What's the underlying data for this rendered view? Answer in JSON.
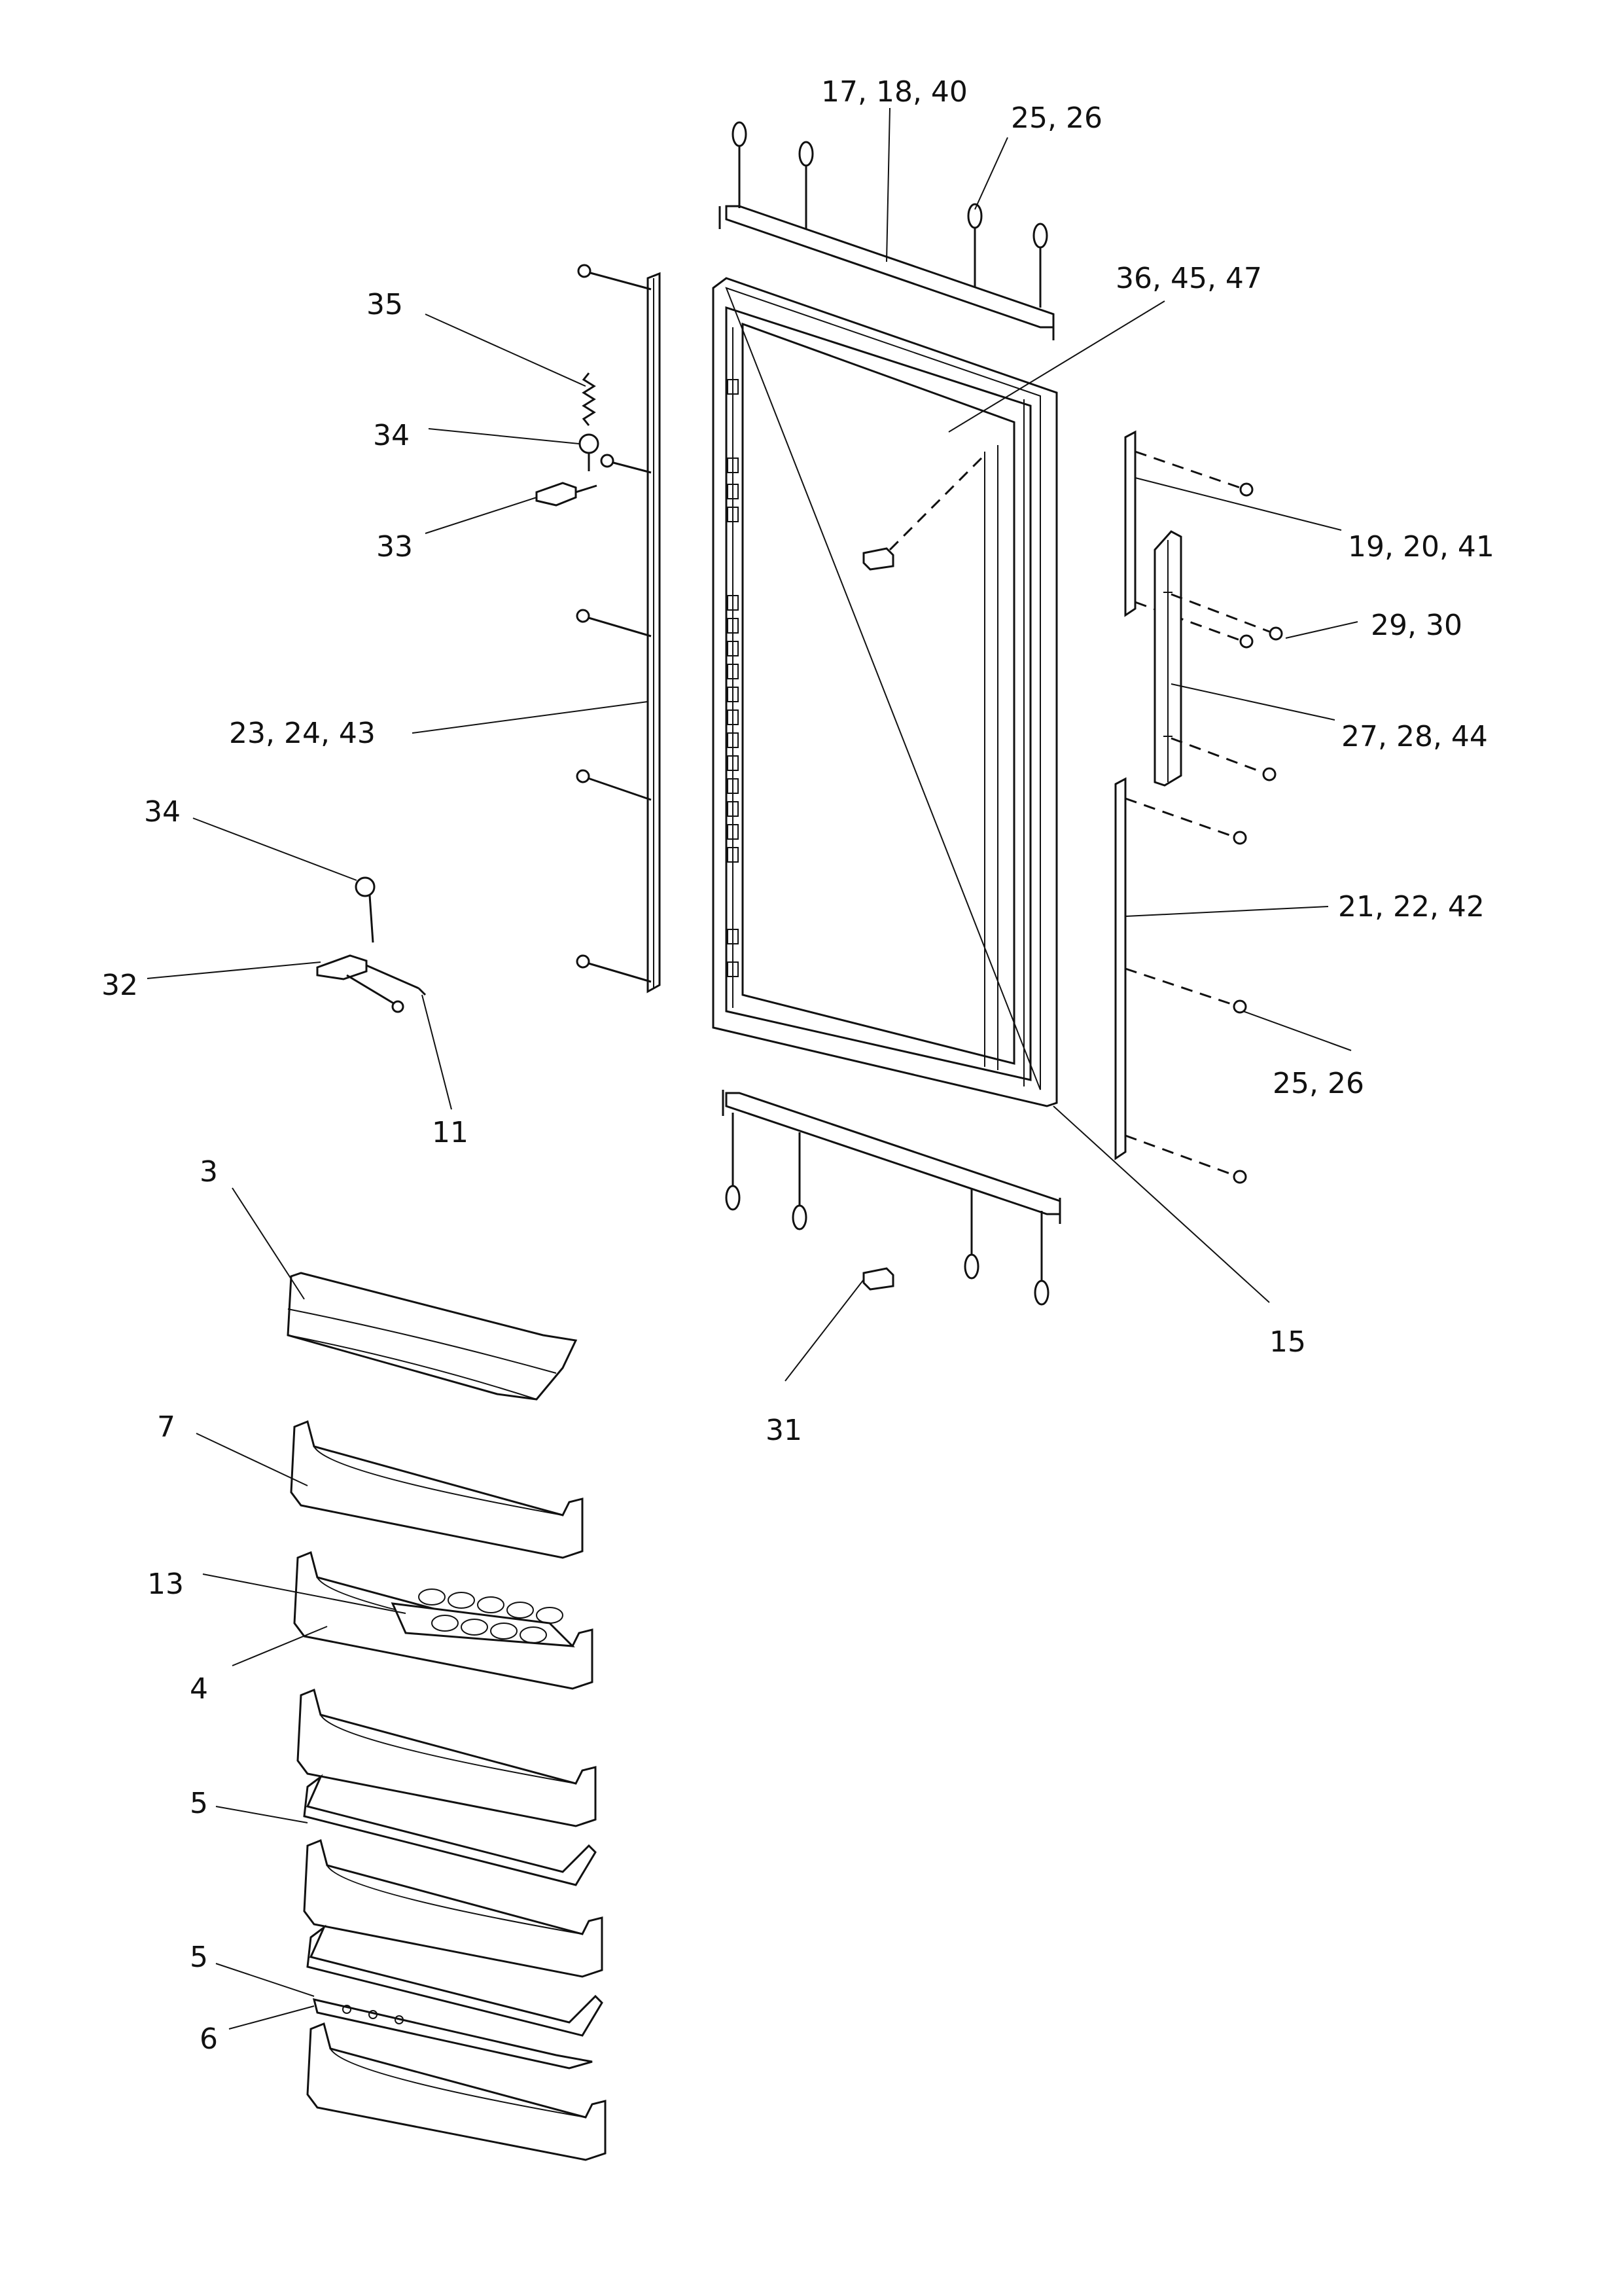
{
  "callouts": {
    "c_17_18_40": "17, 18, 40",
    "c_25_26_top": "25, 26",
    "c_36_45_47": "36, 45, 47",
    "c_35": "35",
    "c_34_top": "34",
    "c_33": "33",
    "c_19_20_41": "19, 20, 41",
    "c_29_30": "29, 30",
    "c_23_24_43": "23, 24, 43",
    "c_27_28_44": "27, 28, 44",
    "c_34_bottom": "34",
    "c_21_22_42": "21, 22, 42",
    "c_32": "32",
    "c_25_26_bottom": "25, 26",
    "c_11": "11",
    "c_3": "3",
    "c_15": "15",
    "c_31": "31",
    "c_7": "7",
    "c_13": "13",
    "c_4": "4",
    "c_5_a": "5",
    "c_5_b": "5",
    "c_6": "6"
  }
}
